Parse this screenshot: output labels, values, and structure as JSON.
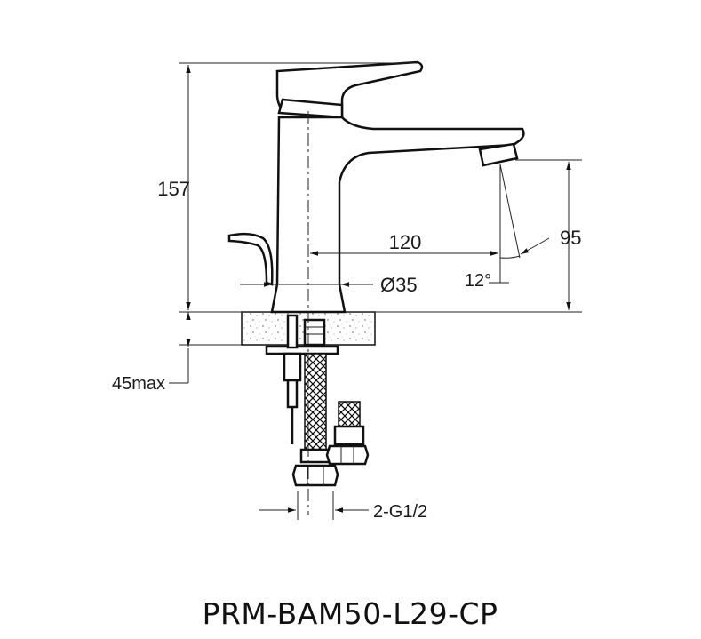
{
  "drawing": {
    "dimensions": {
      "height_total": "157",
      "spout_reach": "120",
      "spout_height": "95",
      "base_diameter": "Ø35",
      "spout_angle": "12°",
      "max_mount_thickness": "45max",
      "connection": "2-G1/2"
    },
    "model_code": "PRM-BAM50-L29-CP"
  }
}
